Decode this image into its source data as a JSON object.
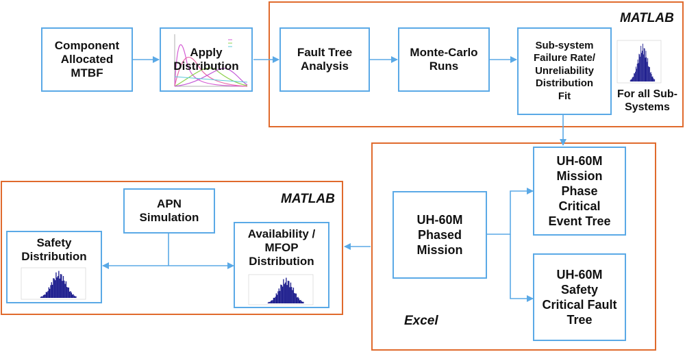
{
  "regions": {
    "top": {
      "tool": "MATLAB"
    },
    "excel": {
      "tool": "Excel"
    },
    "left": {
      "tool": "MATLAB"
    }
  },
  "boxes": {
    "component_mtbf": "Component\nAllocated\nMTBF",
    "apply_distribution": "Apply\nDistribution",
    "fault_tree_analysis": "Fault Tree\nAnalysis",
    "monte_carlo_runs": "Monte-Carlo\nRuns",
    "subsystem_fit": "Sub-system\nFailure Rate/\nUnreliability\nDistribution\nFit",
    "phased_mission": "UH-60M\nPhased\nMission",
    "mission_phase_event_tree": "UH-60M\nMission\nPhase\nCritical\nEvent Tree",
    "safety_fault_tree": "UH-60M\nSafety\nCritical Fault\nTree",
    "apn_simulation": "APN\nSimulation",
    "safety_distribution": "Safety\nDistribution",
    "availability_distribution": "Availability /\nMFOP\nDistribution"
  },
  "captions": {
    "for_all_subsystems": "For all Sub-\nSystems"
  },
  "colors": {
    "region_border": "#e06a2c",
    "box_border": "#5aa9e6",
    "arrow": "#5aa9e6",
    "histogram": "#1a1a8c"
  }
}
